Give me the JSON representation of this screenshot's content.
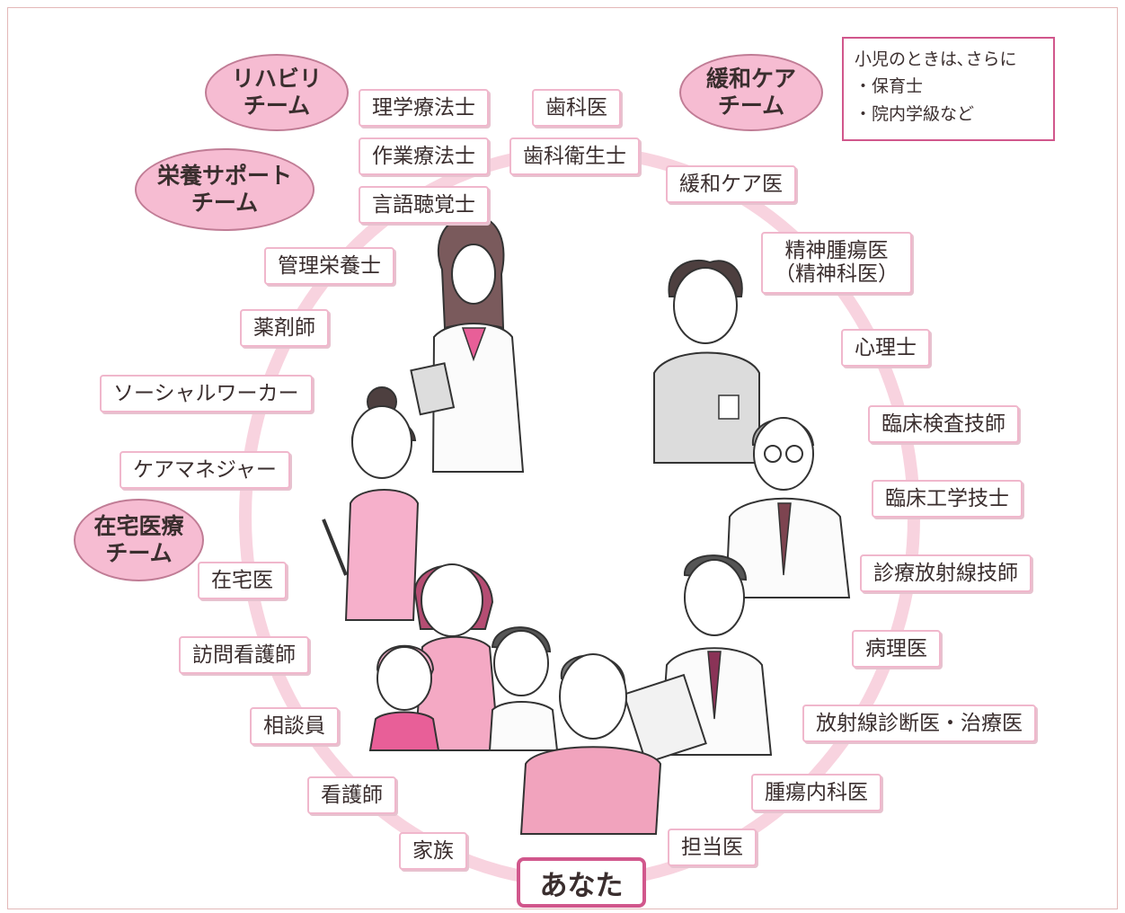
{
  "center_label": "あなた",
  "note": {
    "lines": [
      "小児のときは､さらに",
      "・保育士",
      "・院内学級など"
    ]
  },
  "teams": {
    "rehab": "リハビリ\nチーム",
    "nutrition": "栄養サポート\nチーム",
    "palliative": "緩和ケア\nチーム",
    "home": "在宅医療\nチーム"
  },
  "labels": {
    "physical_therapist": "理学療法士",
    "occupational_therapist": "作業療法士",
    "speech_therapist": "言語聴覚士",
    "dentist": "歯科医",
    "dental_hygienist": "歯科衛生士",
    "palliative_doctor": "緩和ケア医",
    "dietitian": "管理栄養士",
    "pharmacist": "薬剤師",
    "social_worker": "ソーシャルワーカー",
    "care_manager": "ケアマネジャー",
    "home_doctor": "在宅医",
    "visiting_nurse": "訪問看護師",
    "counselor": "相談員",
    "nurse": "看護師",
    "family": "家族",
    "psycho_oncologist_1": "精神腫瘍医",
    "psycho_oncologist_2": "（精神科医）",
    "psychologist": "心理士",
    "clinical_lab_tech": "臨床検査技師",
    "clinical_engineer": "臨床工学技士",
    "radiology_tech": "診療放射線技師",
    "pathologist": "病理医",
    "radiologist": "放射線診断医・治療医",
    "medical_oncologist": "腫瘍内科医",
    "attending_doctor": "担当医"
  }
}
